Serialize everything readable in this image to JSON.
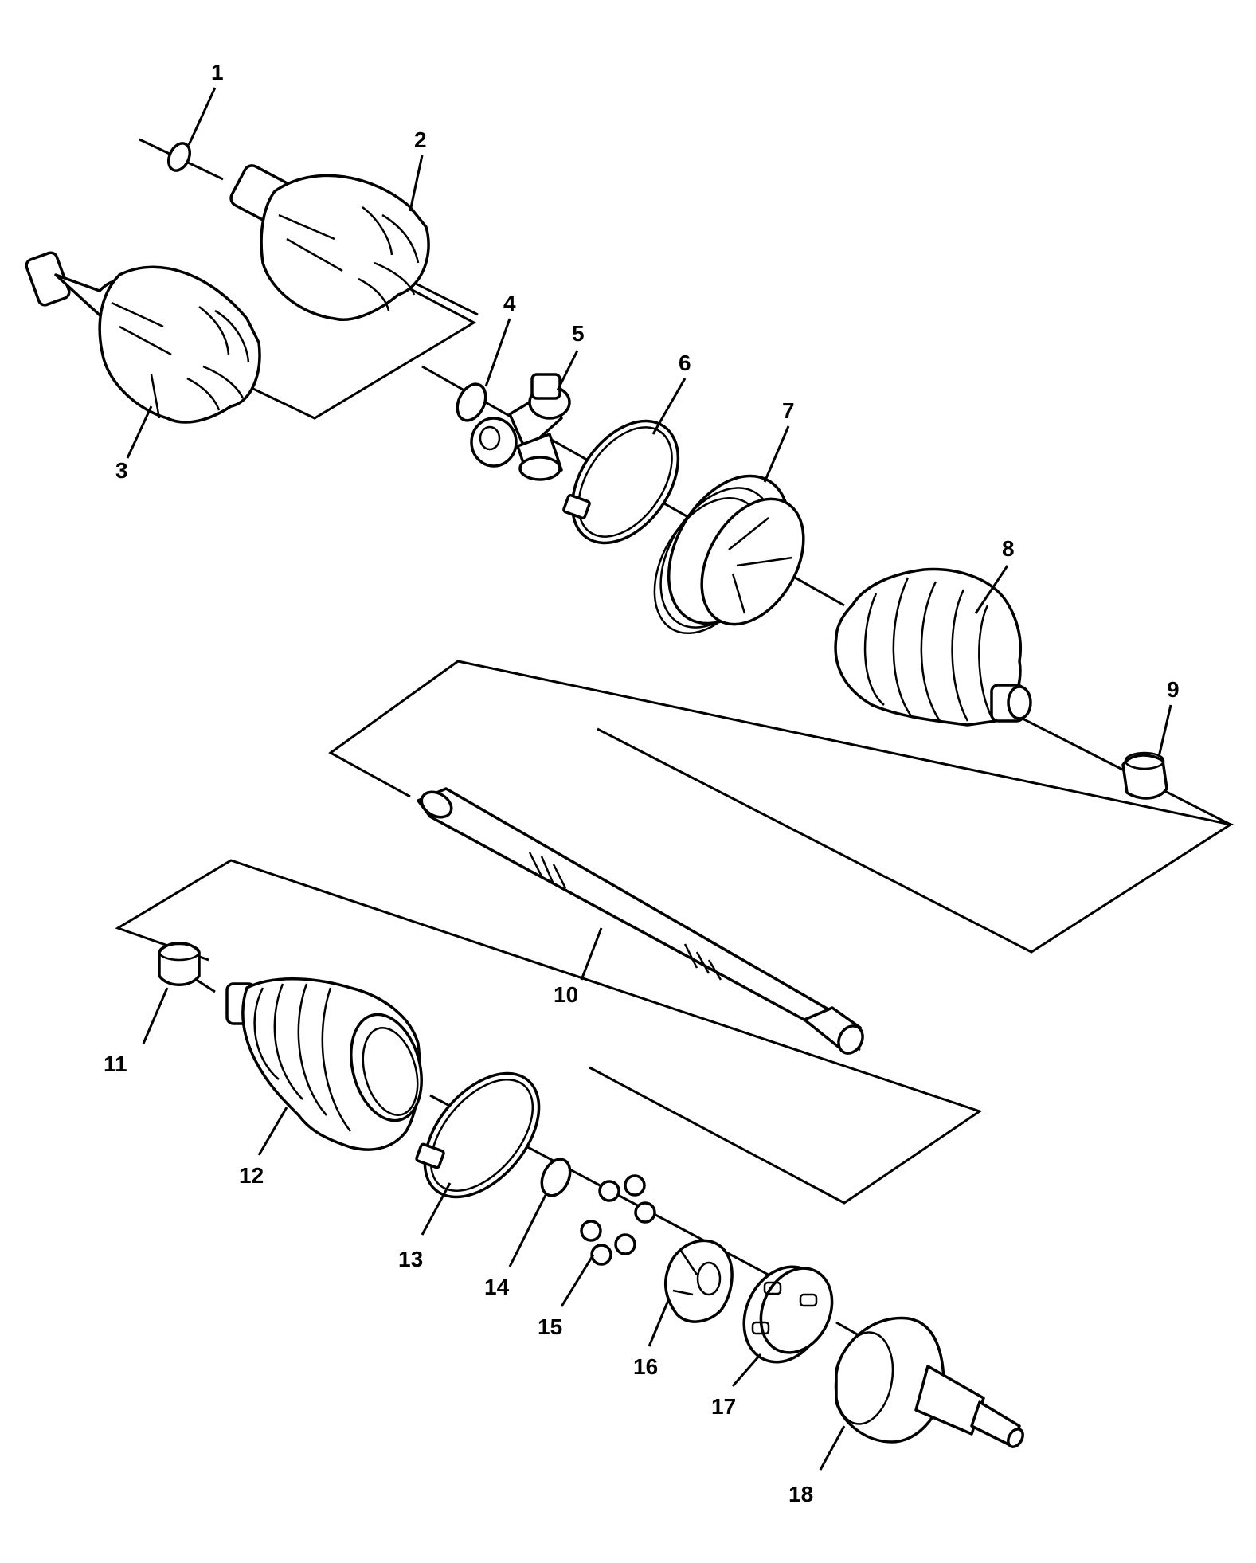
{
  "callouts": [
    "1",
    "2",
    "3",
    "4",
    "5",
    "6",
    "7",
    "8",
    "9",
    "10",
    "11",
    "12",
    "13",
    "14",
    "15",
    "16",
    "17",
    "18"
  ],
  "parts": [
    {
      "id": "1",
      "icon": "snap-ring-icon"
    },
    {
      "id": "2",
      "icon": "tripot-housing-icon"
    },
    {
      "id": "3",
      "icon": "tripot-housing-with-stub-icon"
    },
    {
      "id": "4",
      "icon": "retaining-ring-icon"
    },
    {
      "id": "5",
      "icon": "spider-assembly-icon"
    },
    {
      "id": "6",
      "icon": "boot-clamp-icon"
    },
    {
      "id": "7",
      "icon": "boot-bushing-icon"
    },
    {
      "id": "8",
      "icon": "inboard-boot-icon"
    },
    {
      "id": "9",
      "icon": "small-clamp-icon"
    },
    {
      "id": "10",
      "icon": "axle-shaft-icon"
    },
    {
      "id": "11",
      "icon": "small-clamp-icon"
    },
    {
      "id": "12",
      "icon": "outboard-boot-icon"
    },
    {
      "id": "13",
      "icon": "boot-clamp-icon"
    },
    {
      "id": "14",
      "icon": "race-retaining-ring-icon"
    },
    {
      "id": "15",
      "icon": "balls-icon"
    },
    {
      "id": "16",
      "icon": "inner-race-icon"
    },
    {
      "id": "17",
      "icon": "cage-icon"
    },
    {
      "id": "18",
      "icon": "outer-race-icon"
    }
  ]
}
